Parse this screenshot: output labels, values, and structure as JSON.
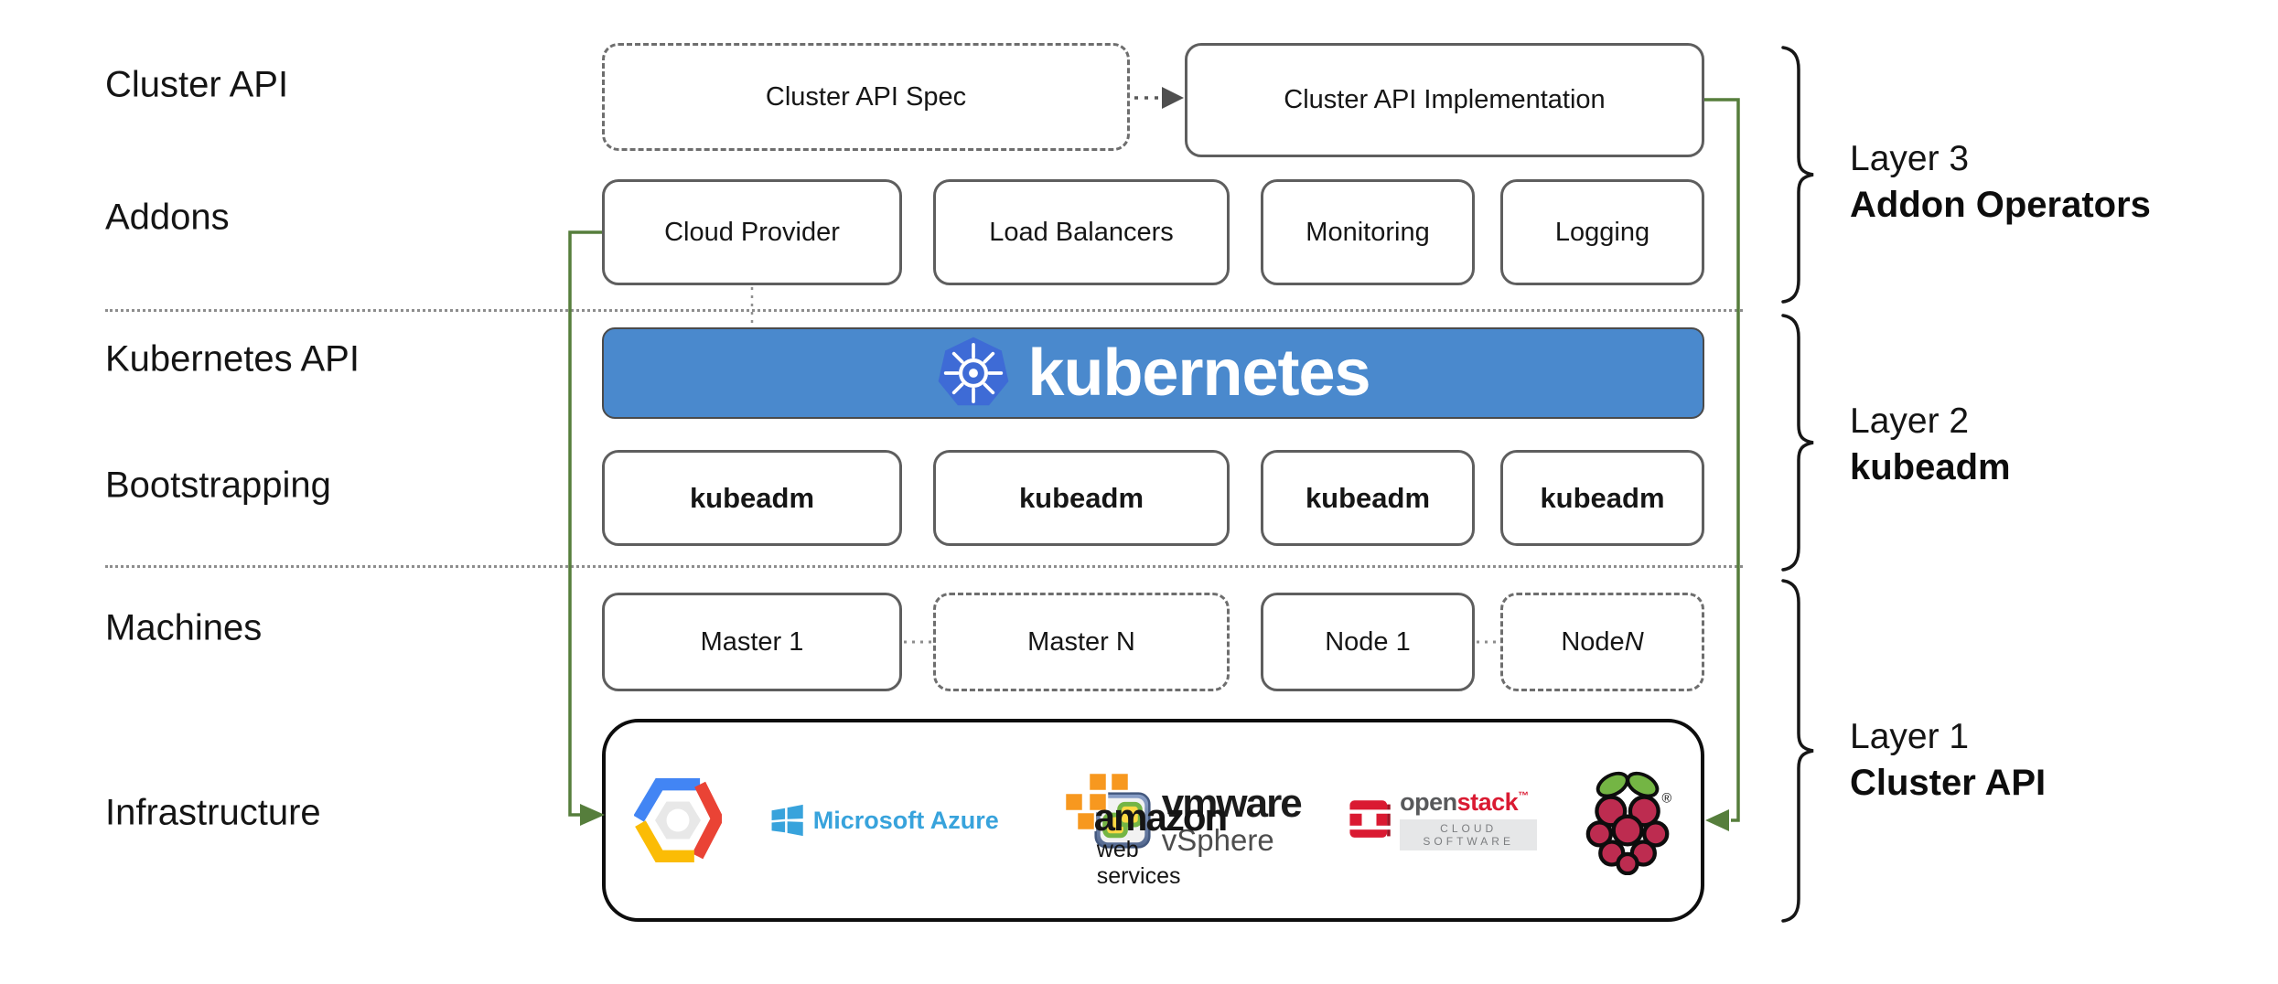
{
  "row_labels": [
    "Cluster API",
    "Addons",
    "Kubernetes API",
    "Bootstrapping",
    "Machines",
    "Infrastructure"
  ],
  "cluster_api_row": {
    "spec_label": "Cluster API Spec",
    "impl_label": "Cluster API Implementation"
  },
  "addons_row": [
    "Cloud Provider",
    "Load Balancers",
    "Monitoring",
    "Logging"
  ],
  "kubernetes_banner": {
    "wordmark": "kubernetes"
  },
  "bootstrapping_row": [
    "kubeadm",
    "kubeadm",
    "kubeadm",
    "kubeadm"
  ],
  "machines_row": [
    {
      "text": "Master 1",
      "italic": ""
    },
    {
      "text": "Master N",
      "italic": ""
    },
    {
      "text": "Node 1",
      "italic": ""
    },
    {
      "text": "Node ",
      "italic": "N"
    }
  ],
  "infrastructure": {
    "providers": [
      "Google Cloud Platform",
      "Microsoft Azure",
      "Amazon Web Services",
      "VMware vSphere",
      "OpenStack",
      "Raspberry Pi"
    ],
    "azure_text": "Microsoft Azure",
    "aws_word": "amazon",
    "aws_sub": "web services",
    "vmware_word": "vmware",
    "vmware_sub": "vSphere",
    "openstack_open": "open",
    "openstack_stack": "stack",
    "openstack_tm": "™",
    "openstack_sub": "CLOUD SOFTWARE",
    "raspberry_reg": "®"
  },
  "layer_annotations": [
    {
      "line1": "Layer 3",
      "line2": "Addon Operators"
    },
    {
      "line1": "Layer 2",
      "line2": "kubeadm"
    },
    {
      "line1": "Layer 1",
      "line2": "Cluster API"
    }
  ],
  "colors": {
    "kubernetes_blue": "#4a89cd",
    "kubernetes_logo_blue": "#3e6bd6",
    "connector_green": "#567e3c",
    "box_border_gray": "#5e5e5e",
    "azure_blue": "#38a3dc",
    "aws_orange": "#f7981f",
    "openstack_red": "#da1a32",
    "raspberry_red": "#bd2c50",
    "leaf_green": "#74b544",
    "gcp_blue": "#4285f4",
    "gcp_red": "#ea4335",
    "gcp_yellow": "#fbbc05"
  }
}
